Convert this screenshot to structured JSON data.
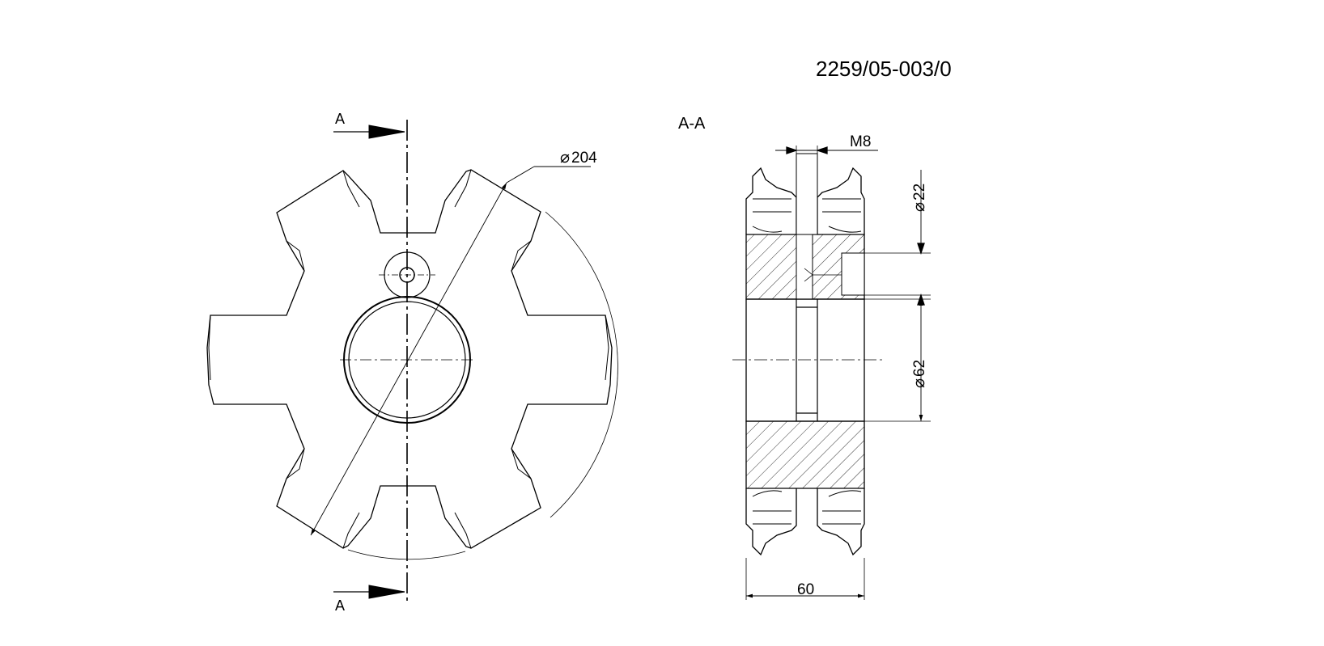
{
  "drawing_number": "2259/05-003/0",
  "section_marks": {
    "top": "A",
    "bottom": "A"
  },
  "section_view_title": "A-A",
  "dimensions": {
    "outer_diameter": {
      "symbol": "⌀",
      "value": "204"
    },
    "thread": "M8",
    "pin_diameter": {
      "symbol": "⌀",
      "value": "22"
    },
    "bore_diameter": {
      "symbol": "⌀",
      "value": "62"
    },
    "width": "60"
  },
  "colors": {
    "line": "#000000",
    "background": "#ffffff"
  }
}
